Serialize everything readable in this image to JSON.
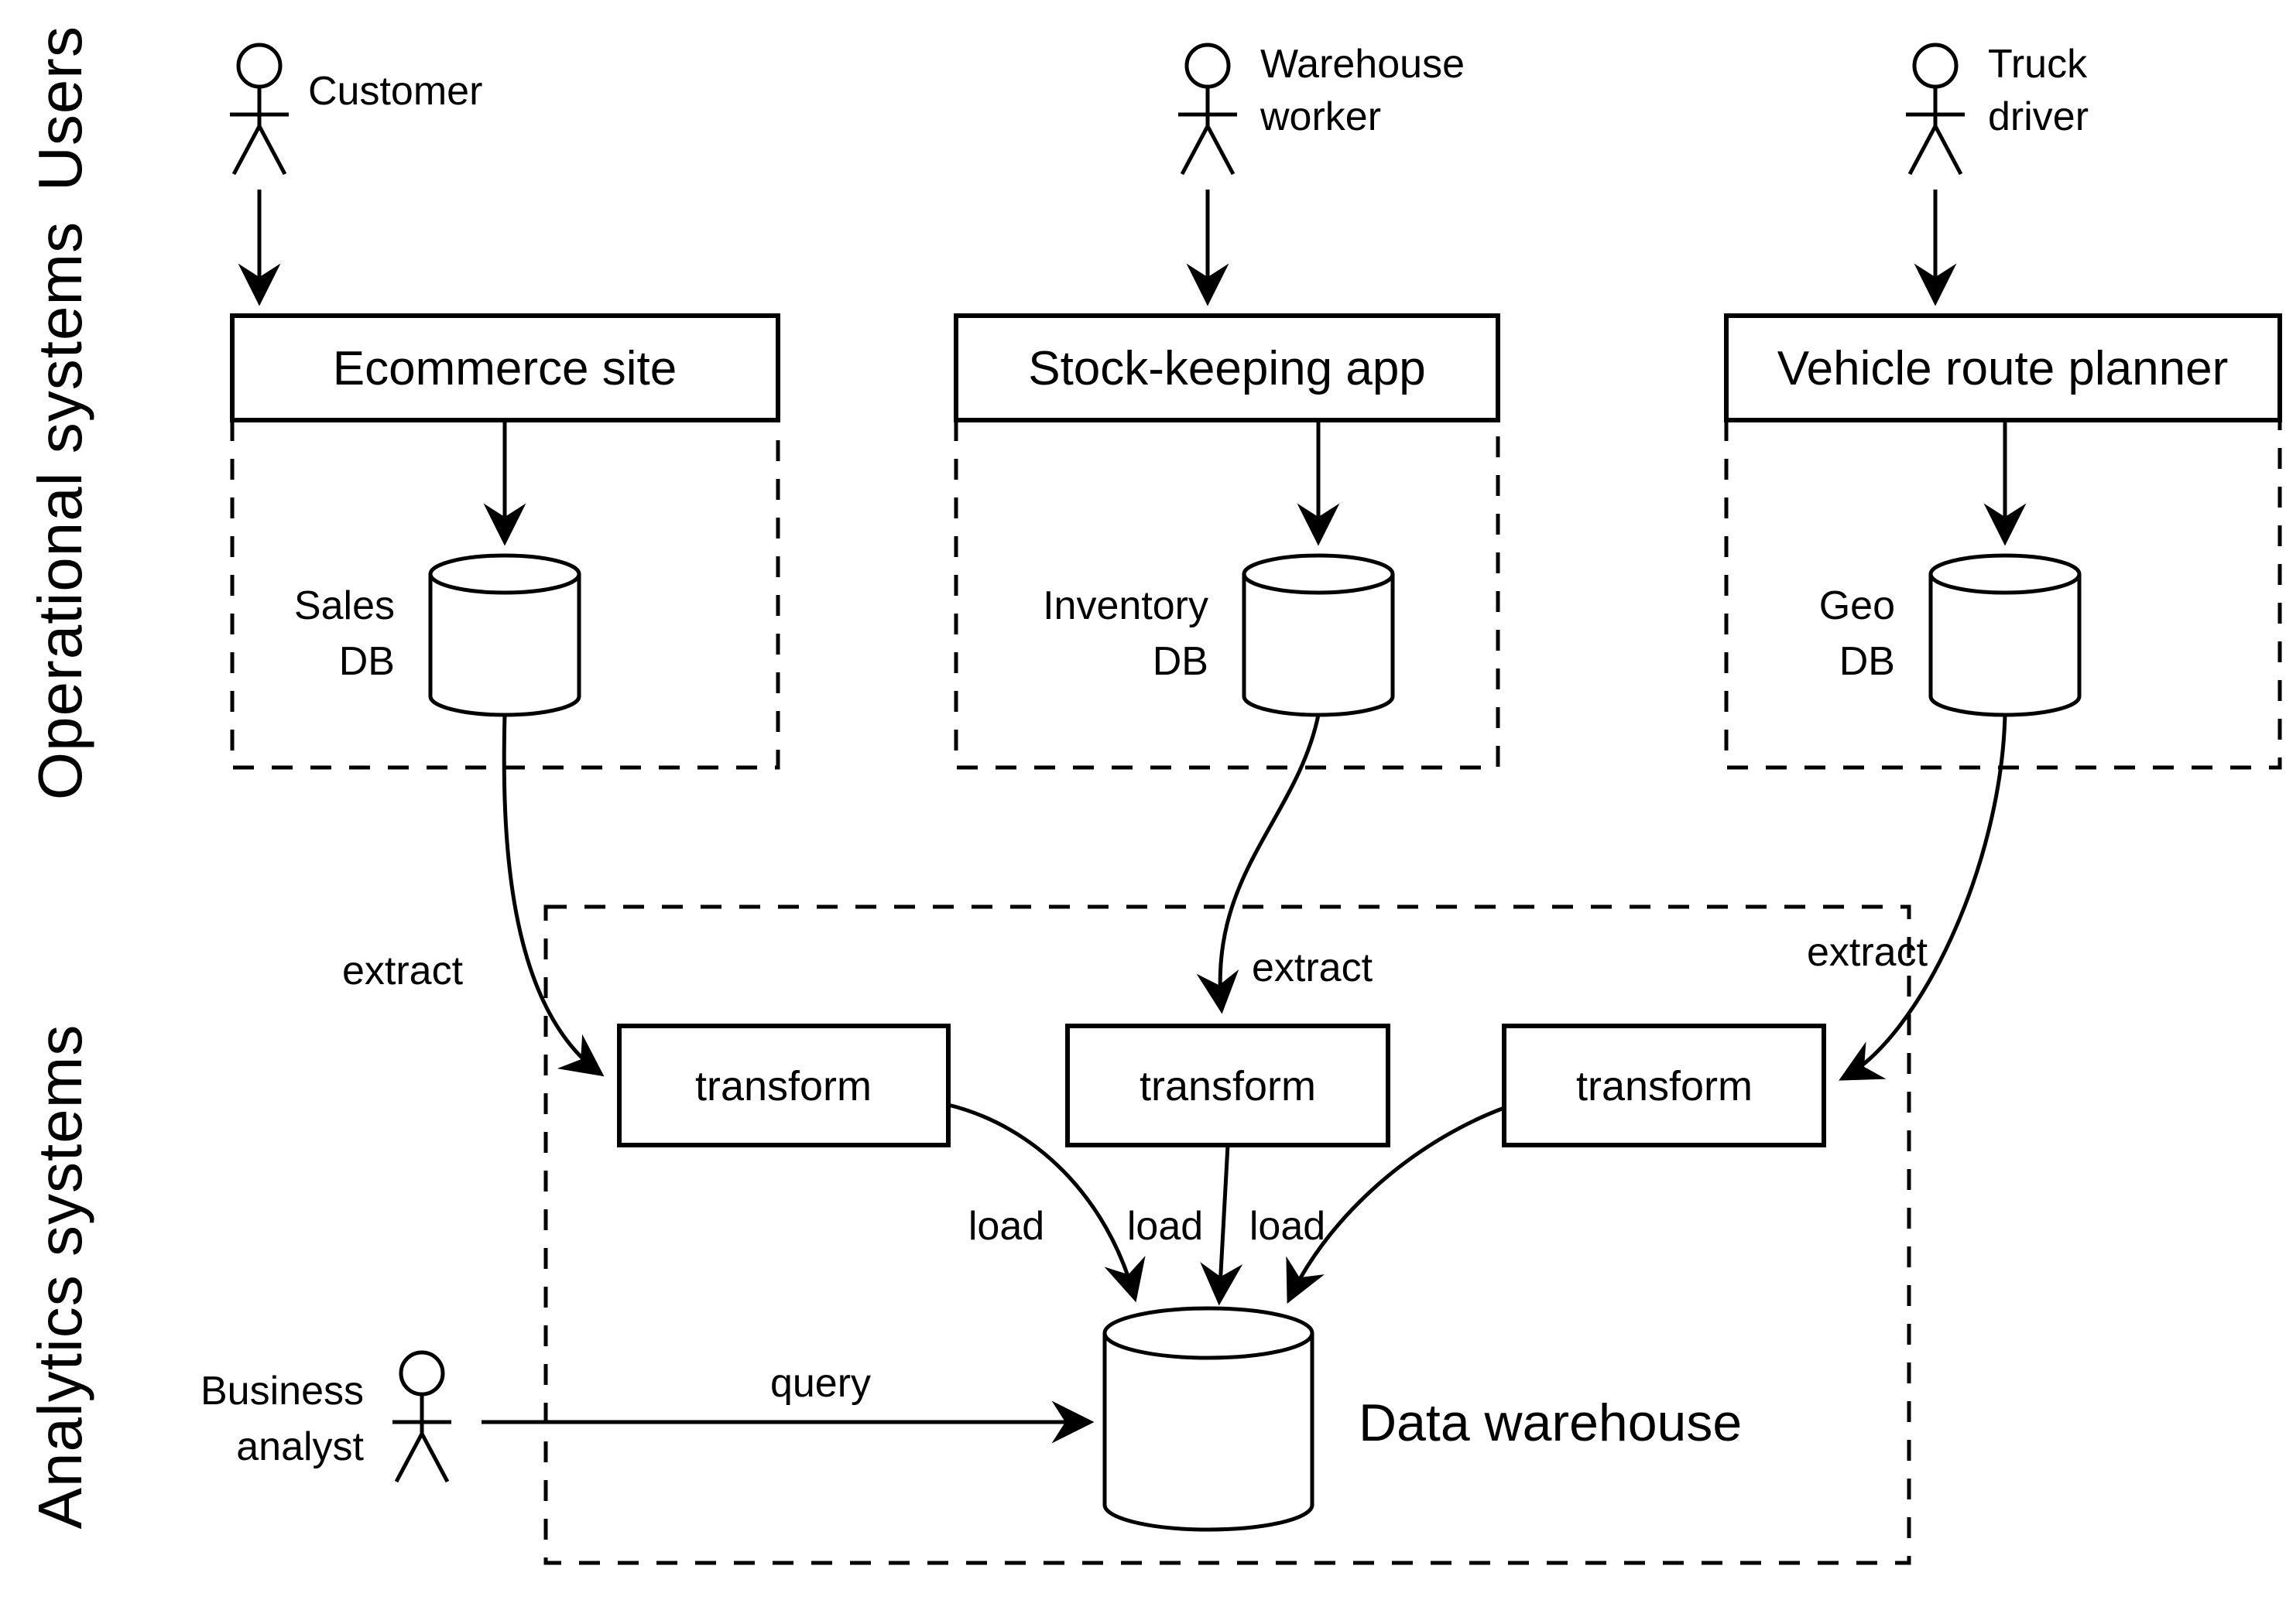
{
  "canvas": {
    "background": "#ffffff",
    "ink": "#000000"
  },
  "sections": {
    "users": "Users",
    "operational": "Operational systems",
    "analytics": "Analytics systems"
  },
  "actors": {
    "customer": {
      "label": "Customer"
    },
    "warehouse_worker": {
      "line1": "Warehouse",
      "line2": "worker"
    },
    "truck_driver": {
      "line1": "Truck",
      "line2": "driver"
    },
    "business_analyst": {
      "line1": "Business",
      "line2": "analyst"
    }
  },
  "apps": {
    "ecommerce": "Ecommerce site",
    "stock_keeping": "Stock-keeping app",
    "route_planner": "Vehicle route planner"
  },
  "databases": {
    "sales": {
      "line1": "Sales",
      "line2": "DB"
    },
    "inventory": {
      "line1": "Inventory",
      "line2": "DB"
    },
    "geo": {
      "line1": "Geo",
      "line2": "DB"
    }
  },
  "etl": {
    "transform_labels": [
      "transform",
      "transform",
      "transform"
    ],
    "extract_labels": [
      "extract",
      "extract",
      "extract"
    ],
    "load_labels": [
      "load",
      "load",
      "load"
    ],
    "query_label": "query"
  },
  "warehouse": {
    "label": "Data warehouse"
  }
}
